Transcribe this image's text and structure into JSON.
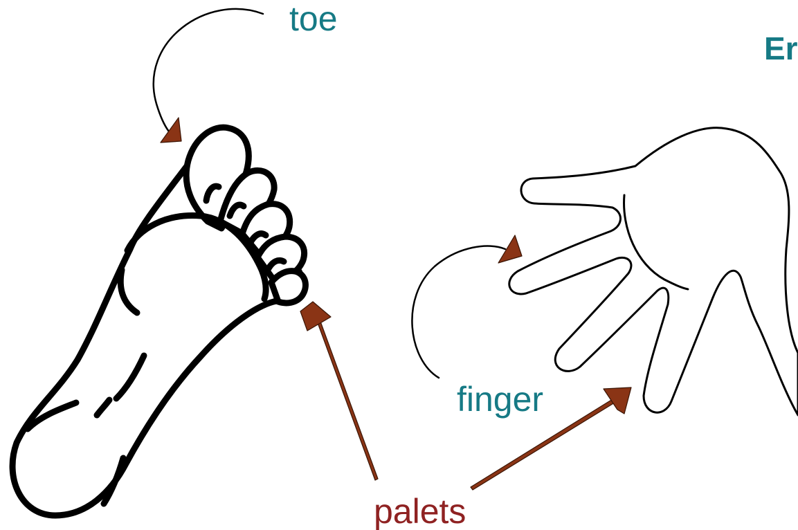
{
  "labels": {
    "toe": "toe",
    "finger": "finger",
    "palets": "palets",
    "title_partial": "Er"
  },
  "colors": {
    "english_label": "#167a85",
    "catalan_label": "#8f2222",
    "arrow": "#8a3415",
    "outline": "#000000"
  }
}
